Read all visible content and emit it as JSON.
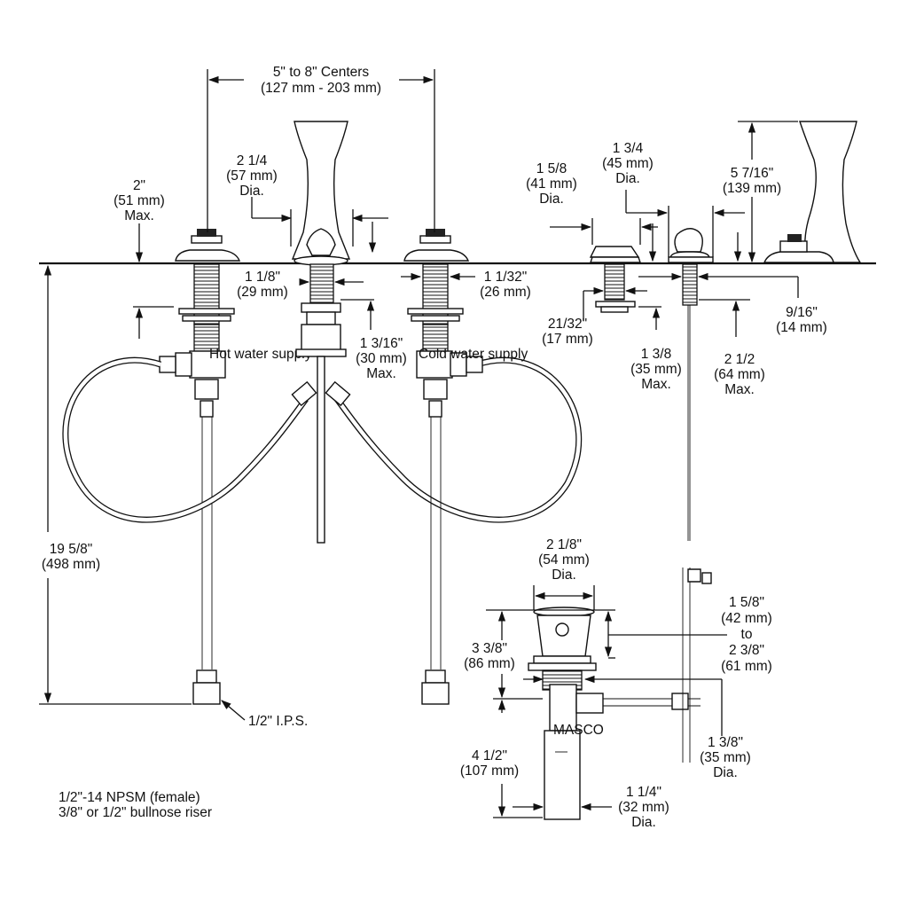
{
  "dims": {
    "centers": [
      "5\" to 8\" Centers",
      "(127 mm - 203 mm)"
    ],
    "spout_dia": [
      "2 1/4",
      "(57 mm)",
      "Dia."
    ],
    "deck_max": [
      "2\"",
      "(51 mm)",
      "Max."
    ],
    "shank_left": [
      "1 1/8\"",
      "(29 mm)"
    ],
    "shank_right": [
      "1 1/32\"",
      "(26 mm)"
    ],
    "spout_shank": [
      "1 3/16\"",
      "(30 mm)",
      "Max."
    ],
    "height": [
      "19 5/8\"",
      "(498 mm)"
    ],
    "ips": "1/2\" I.P.S.",
    "npsm": [
      "1/2\"-14 NPSM (female)",
      "3/8\" or 1/2\" bullnose riser"
    ],
    "handle_dia": [
      "1 5/8",
      "(41 mm)",
      "Dia."
    ],
    "escutcheon_dia": [
      "1 3/4",
      "(45 mm)",
      "Dia."
    ],
    "handle_height": [
      "5 7/16\"",
      "(139 mm)"
    ],
    "stem_dia": [
      "21/32\"",
      "(17 mm)"
    ],
    "stem_max": [
      "1 3/8",
      "(35 mm)",
      "Max."
    ],
    "rod_max": [
      "2 1/2",
      "(64 mm)",
      "Max."
    ],
    "rod_dia": [
      "9/16\"",
      "(14 mm)"
    ],
    "drain_dia": [
      "2 1/8\"",
      "(54 mm)",
      "Dia."
    ],
    "drain_range": [
      "1 5/8\"",
      "(42 mm)",
      "to",
      "2 3/8\"",
      "(61 mm)"
    ],
    "drain_body": [
      "3 3/8\"",
      "(86 mm)"
    ],
    "tail_len": [
      "4 1/2\"",
      "(107 mm)"
    ],
    "tail_dia": [
      "1 1/4\"",
      "(32 mm)",
      "Dia."
    ],
    "pivot_dia": [
      "1 3/8\"",
      "(35 mm)",
      "Dia."
    ]
  },
  "labels": {
    "brand_stamp": "MASCO",
    "valve_tag_left": "Hot water supply",
    "valve_tag_right": "Cold water supply"
  }
}
